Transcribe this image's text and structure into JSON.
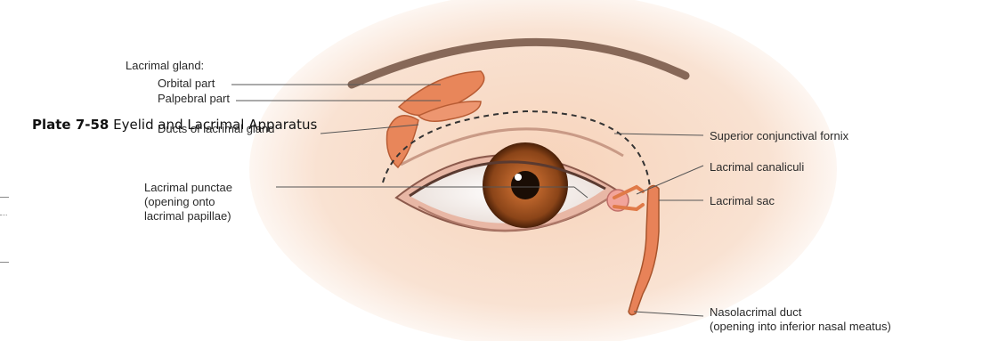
{
  "caption": {
    "plate": "Plate 7-58",
    "title": "Eyelid and Lacrimal Apparatus"
  },
  "labels": {
    "lacrimal_gland": "Lacrimal gland:",
    "orbital_part": "Orbital part",
    "palpebral_part": "Palpebral part",
    "ducts": "Ducts of lacrimal gland",
    "lacrimal_punctae_1": "Lacrimal punctae",
    "lacrimal_punctae_2": "(opening onto",
    "lacrimal_punctae_3": "lacrimal papillae)",
    "superior_fornix": "Superior conjunctival fornix",
    "lacrimal_canaliculi": "Lacrimal canaliculi",
    "lacrimal_sac": "Lacrimal sac",
    "nasolacrimal_1": "Nasolacrimal duct",
    "nasolacrimal_2": "(opening into inferior nasal meatus)"
  },
  "colors": {
    "skin": "#f6d6bf",
    "iris": "#9b4f1f",
    "gland": "#e8865a",
    "duct": "#e07a48",
    "leader": "#555555"
  }
}
